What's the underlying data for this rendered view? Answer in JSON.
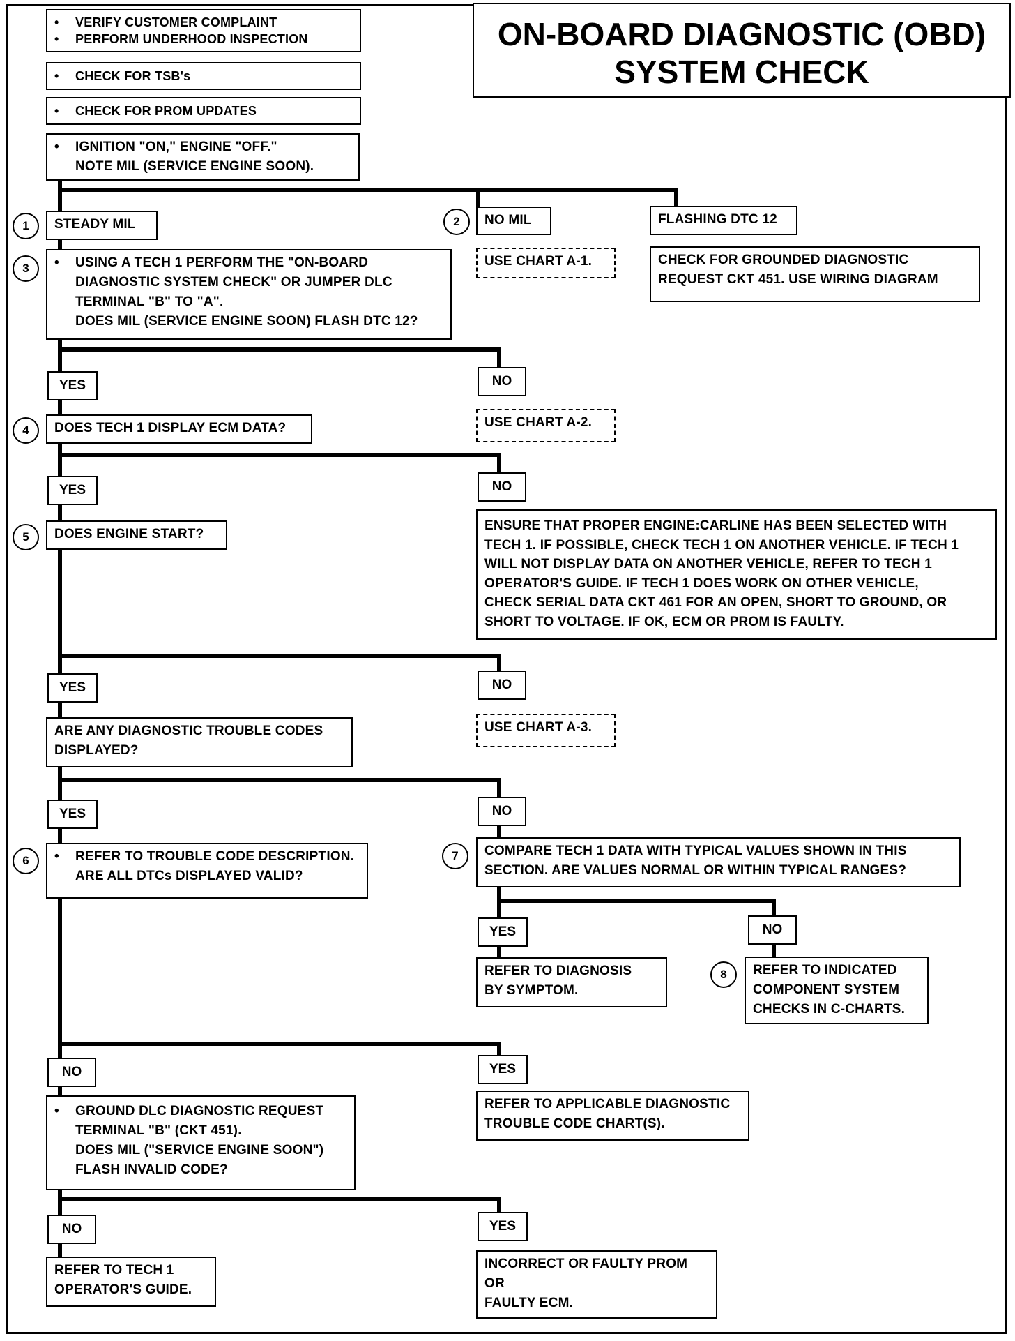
{
  "title": {
    "line1": "ON-BOARD DIAGNOSTIC (OBD)",
    "line2": "SYSTEM CHECK"
  },
  "steps": {
    "verify": [
      "VERIFY CUSTOMER COMPLAINT",
      "PERFORM UNDERHOOD INSPECTION"
    ],
    "tsb": "CHECK FOR TSB's",
    "prom": "CHECK FOR PROM UPDATES",
    "ignition": [
      "IGNITION \"ON,\" ENGINE \"OFF.\"",
      "NOTE MIL (SERVICE ENGINE SOON)."
    ],
    "steady_mil": "STEADY MIL",
    "no_mil": "NO MIL",
    "flashing": "FLASHING DTC 12",
    "use_a1": "USE CHART A-1.",
    "grounded": [
      "CHECK FOR GROUNDED DIAGNOSTIC",
      "REQUEST CKT 451.  USE WIRING DIAGRAM"
    ],
    "tech1_check": [
      "USING A TECH 1 PERFORM THE \"ON-BOARD",
      "DIAGNOSTIC SYSTEM CHECK\" OR JUMPER  DLC",
      "TERMINAL \"B\" TO \"A\".",
      "DOES MIL (SERVICE ENGINE SOON) FLASH DTC 12?"
    ],
    "ecm_data": "DOES TECH 1 DISPLAY ECM DATA?",
    "use_a2": "USE CHART A-2.",
    "engine_start": "DOES ENGINE START?",
    "ensure": [
      "ENSURE THAT PROPER ENGINE:CARLINE HAS BEEN SELECTED WITH",
      "TECH 1.  IF POSSIBLE, CHECK TECH 1 ON ANOTHER VEHICLE.  IF TECH 1",
      "WILL NOT DISPLAY DATA ON ANOTHER VEHICLE, REFER TO TECH 1",
      "OPERATOR'S GUIDE.  IF TECH 1 DOES WORK ON OTHER VEHICLE,",
      "CHECK SERIAL DATA CKT 461 FOR AN OPEN, SHORT TO GROUND, OR",
      "SHORT TO VOLTAGE.  IF OK, ECM OR PROM IS FAULTY."
    ],
    "dtc_displayed": [
      "ARE ANY DIAGNOSTIC TROUBLE CODES",
      "DISPLAYED?"
    ],
    "use_a3": "USE CHART A-3.",
    "refer_desc": [
      "REFER TO TROUBLE CODE DESCRIPTION.",
      "ARE ALL DTCs DISPLAYED VALID?"
    ],
    "compare": [
      "COMPARE TECH 1 DATA WITH TYPICAL VALUES SHOWN IN THIS",
      "SECTION.  ARE VALUES NORMAL OR WITHIN TYPICAL RANGES?"
    ],
    "diag_symptom": [
      "REFER TO  DIAGNOSIS",
      "BY SYMPTOM."
    ],
    "indicated": [
      "REFER TO INDICATED",
      "COMPONENT SYSTEM",
      "CHECKS IN  C-CHARTS."
    ],
    "ground_dlc": [
      "GROUND DLC DIAGNOSTIC REQUEST",
      "TERMINAL \"B\" (CKT 451).",
      "DOES MIL (\"SERVICE ENGINE SOON\")",
      "FLASH INVALID CODE?"
    ],
    "applicable": [
      "REFER TO APPLICABLE DIAGNOSTIC",
      "TROUBLE CODE CHART(S)."
    ],
    "operators_guide": [
      "REFER TO TECH 1",
      "OPERATOR'S GUIDE."
    ],
    "faulty_prom": [
      "INCORRECT OR FAULTY PROM",
      "OR",
      "FAULTY ECM."
    ]
  },
  "labels": {
    "yes": "YES",
    "no": "NO"
  },
  "step_numbers": [
    "1",
    "2",
    "3",
    "4",
    "5",
    "6",
    "7",
    "8"
  ]
}
